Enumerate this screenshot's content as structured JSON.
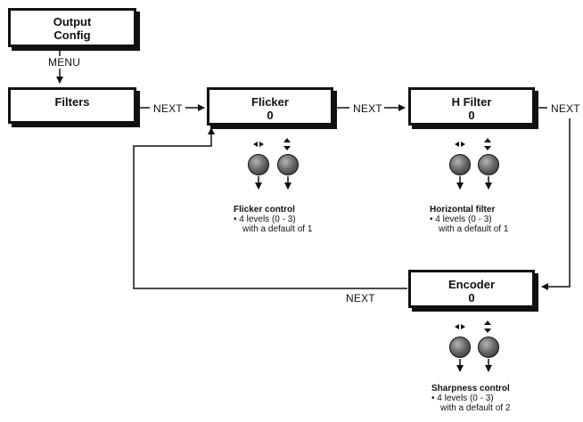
{
  "boxes": {
    "output_config": {
      "line1": "Output",
      "line2": "Config"
    },
    "filters": {
      "line1": "Filters"
    },
    "flicker": {
      "line1": "Flicker",
      "line2": "0"
    },
    "hfilter": {
      "line1": "H Filter",
      "line2": "0"
    },
    "encoder": {
      "line1": "Encoder",
      "line2": "0"
    }
  },
  "labels": {
    "menu": "MENU",
    "next1": "NEXT",
    "next2": "NEXT",
    "next3": "NEXT",
    "next4": "NEXT"
  },
  "controls": {
    "flicker": {
      "title": "Flicker control",
      "bullet": "• 4 levels (0 - 3)",
      "cont": "with a default of  1"
    },
    "hfilter": {
      "title": "Horizontal filter",
      "bullet": "• 4 levels (0 - 3)",
      "cont": "with a default of 1"
    },
    "sharpness": {
      "title": "Sharpness control",
      "bullet": "• 4 levels (0 - 3)",
      "cont": "with a default of 2"
    }
  },
  "icons": [
    "left-right-arrows-icon",
    "up-down-arrows-icon",
    "knob-icon",
    "down-arrow-icon"
  ]
}
